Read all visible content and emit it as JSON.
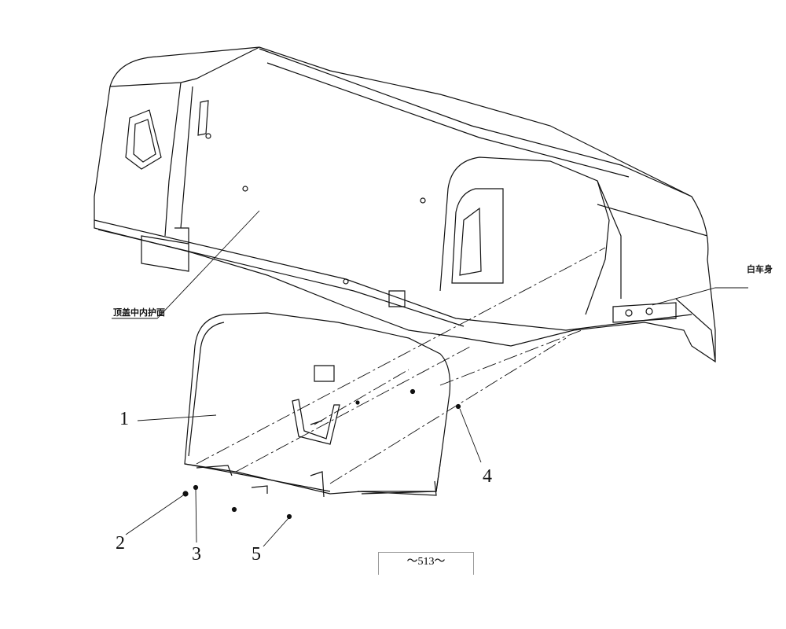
{
  "diagram": {
    "callouts": [
      "1",
      "2",
      "3",
      "4",
      "5"
    ],
    "part_labels": {
      "roof_inner_panel": "顶盖中内护面",
      "body_in_white": "白车身"
    },
    "page_number": "～513～",
    "line_color": "#000000"
  }
}
